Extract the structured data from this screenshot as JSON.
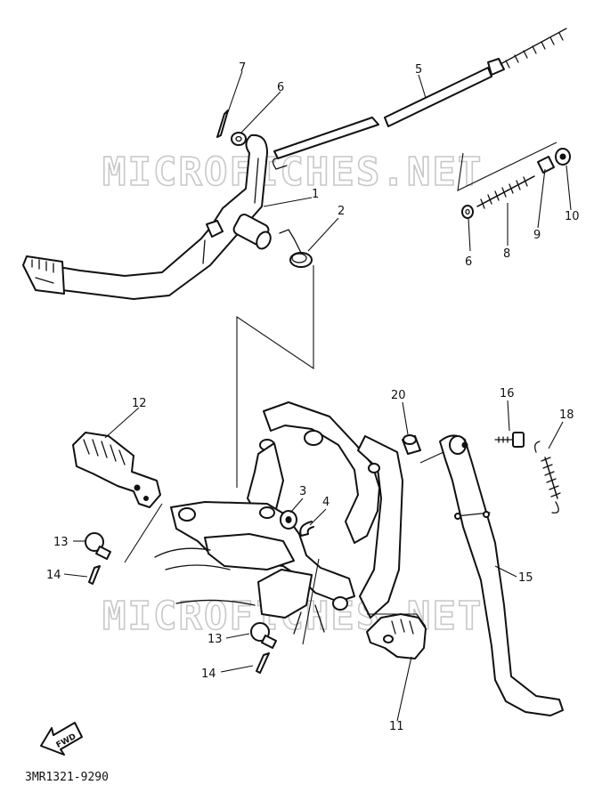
{
  "watermark": "MICROFICHES.NET",
  "fwd_label": "FWD",
  "diagram_code": "3MR1321-9290",
  "callouts": {
    "c1": "1",
    "c2": "2",
    "c3": "3",
    "c4": "4",
    "c5": "5",
    "c6a": "6",
    "c6b": "6",
    "c7": "7",
    "c8": "8",
    "c9": "9",
    "c10": "10",
    "c11": "11",
    "c12": "12",
    "c13a": "13",
    "c13b": "13",
    "c14a": "14",
    "c14b": "14",
    "c15": "15",
    "c16": "16",
    "c18": "18",
    "c20": "20"
  }
}
